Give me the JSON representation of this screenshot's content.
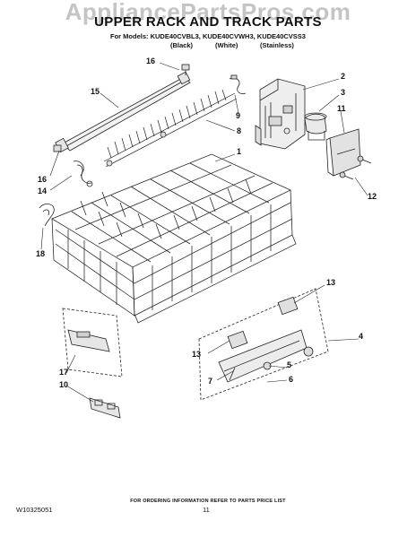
{
  "watermark": "AppliancePartsPros.com",
  "title": "UPPER RACK AND TRACK PARTS",
  "models": "For Models: KUDE40CVBL3, KUDE40CVWH3, KUDE40CVSS3",
  "variants": [
    "(Black)",
    "(White)",
    "(Stainless)"
  ],
  "callouts": {
    "c16a": "16",
    "c15": "15",
    "c9": "9",
    "c2": "2",
    "c3": "3",
    "c11": "11",
    "c8": "8",
    "c1": "1",
    "c16b": "16",
    "c14": "14",
    "c12": "12",
    "c18": "18",
    "c13a": "13",
    "c4": "4",
    "c13b": "13",
    "c5": "5",
    "c6": "6",
    "c7": "7",
    "c17": "17",
    "c10": "10"
  },
  "footer_note": "FOR ORDERING INFORMATION REFER TO PARTS PRICE LIST",
  "doc_id": "W10325051",
  "page_number": "11"
}
